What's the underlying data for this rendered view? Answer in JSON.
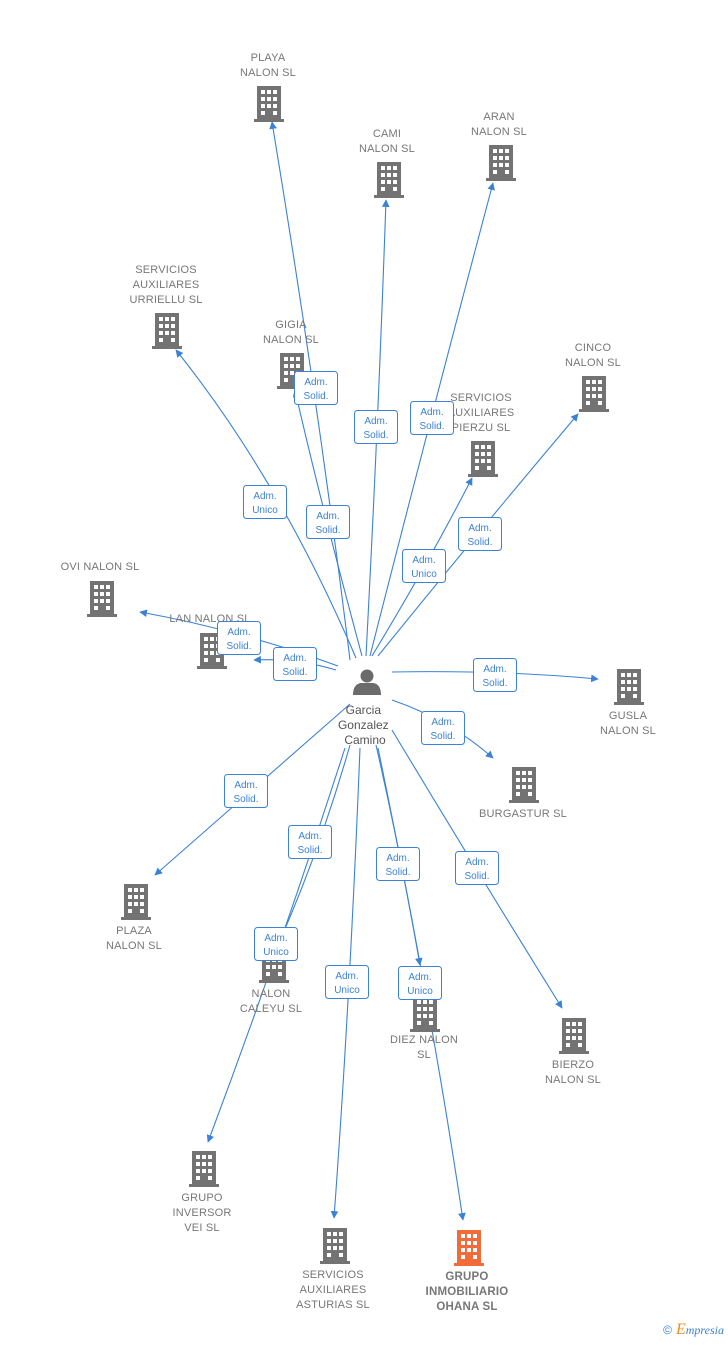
{
  "center": {
    "name_lines": [
      "Garcia",
      "Gonzalez",
      "Camino"
    ]
  },
  "companies": [
    {
      "id": "playa",
      "lines": [
        "PLAYA",
        "NALON  SL"
      ],
      "highlight": false
    },
    {
      "id": "cami",
      "lines": [
        "CAMI",
        "NALON  SL"
      ],
      "highlight": false
    },
    {
      "id": "aran",
      "lines": [
        "ARAN",
        "NALON  SL"
      ],
      "highlight": false
    },
    {
      "id": "servicios-urriellu",
      "lines": [
        "SERVICIOS",
        "AUXILIARES",
        "URRIELLU  SL"
      ],
      "highlight": false
    },
    {
      "id": "gigia",
      "lines": [
        "GIGIA",
        "NALON  SL"
      ],
      "highlight": false
    },
    {
      "id": "cinco",
      "lines": [
        "CINCO",
        "NALON  SL"
      ],
      "highlight": false
    },
    {
      "id": "servicios-pierzu",
      "lines": [
        "SERVICIOS",
        "AUXILIARES",
        "PIERZU  SL"
      ],
      "highlight": false
    },
    {
      "id": "ovi",
      "lines": [
        "OVI NALON SL"
      ],
      "highlight": false
    },
    {
      "id": "lan",
      "lines": [
        "LAN NALON  SL"
      ],
      "highlight": false
    },
    {
      "id": "gusla",
      "lines": [
        "GUSLA",
        "NALON  SL"
      ],
      "highlight": false
    },
    {
      "id": "burgastur",
      "lines": [
        "BURGASTUR SL"
      ],
      "highlight": false
    },
    {
      "id": "plaza",
      "lines": [
        "PLAZA",
        "NALON  SL"
      ],
      "highlight": false
    },
    {
      "id": "caleyu",
      "lines": [
        "NALON",
        "CALEYU SL"
      ],
      "highlight": false
    },
    {
      "id": "diez",
      "lines": [
        "DIEZ NALON",
        "SL"
      ],
      "highlight": false
    },
    {
      "id": "bierzo",
      "lines": [
        "BIERZO",
        "NALON  SL"
      ],
      "highlight": false
    },
    {
      "id": "inversor",
      "lines": [
        "GRUPO",
        "INVERSOR",
        "VEI  SL"
      ],
      "highlight": false
    },
    {
      "id": "servicios-asturias",
      "lines": [
        "SERVICIOS",
        "AUXILIARES",
        "ASTURIAS  SL"
      ],
      "highlight": false
    },
    {
      "id": "ohana",
      "lines": [
        "GRUPO",
        "INMOBILIARIO",
        "OHANA  SL"
      ],
      "highlight": true
    }
  ],
  "edges": [
    {
      "to": "playa",
      "role": [
        "Adm.",
        "Solid."
      ]
    },
    {
      "to": "cami",
      "role": [
        "Adm.",
        "Solid."
      ]
    },
    {
      "to": "aran",
      "role": [
        "Adm.",
        "Solid."
      ]
    },
    {
      "to": "servicios-urriellu",
      "role": [
        "Adm.",
        "Unico"
      ]
    },
    {
      "to": "gigia",
      "role": [
        "Adm.",
        "Solid."
      ]
    },
    {
      "to": "cinco",
      "role": [
        "Adm.",
        "Solid."
      ]
    },
    {
      "to": "servicios-pierzu",
      "role": [
        "Adm.",
        "Unico"
      ]
    },
    {
      "to": "ovi",
      "role": [
        "Adm.",
        "Solid."
      ]
    },
    {
      "to": "lan",
      "role": [
        "Adm.",
        "Solid."
      ]
    },
    {
      "to": "gusla",
      "role": [
        "Adm.",
        "Solid."
      ]
    },
    {
      "to": "burgastur",
      "role": [
        "Adm.",
        "Solid."
      ]
    },
    {
      "to": "plaza",
      "role": [
        "Adm.",
        "Solid."
      ]
    },
    {
      "to": "caleyu",
      "role": [
        "Adm.",
        "Solid."
      ]
    },
    {
      "to": "diez",
      "role": [
        "Adm.",
        "Solid."
      ]
    },
    {
      "to": "bierzo",
      "role": [
        "Adm.",
        "Solid."
      ]
    },
    {
      "to": "inversor",
      "role": [
        "Adm.",
        "Unico"
      ]
    },
    {
      "to": "servicios-asturias",
      "role": [
        "Adm.",
        "Unico"
      ]
    },
    {
      "to": "ohana",
      "role": [
        "Adm.",
        "Unico"
      ]
    }
  ],
  "colors": {
    "edge": "#3b82d6",
    "building": "#737373",
    "highlight": "#f26b3a",
    "person": "#6b6b6b"
  },
  "footer": {
    "copyright": "©",
    "brand_initial": "E",
    "brand_rest": "mpresia"
  }
}
